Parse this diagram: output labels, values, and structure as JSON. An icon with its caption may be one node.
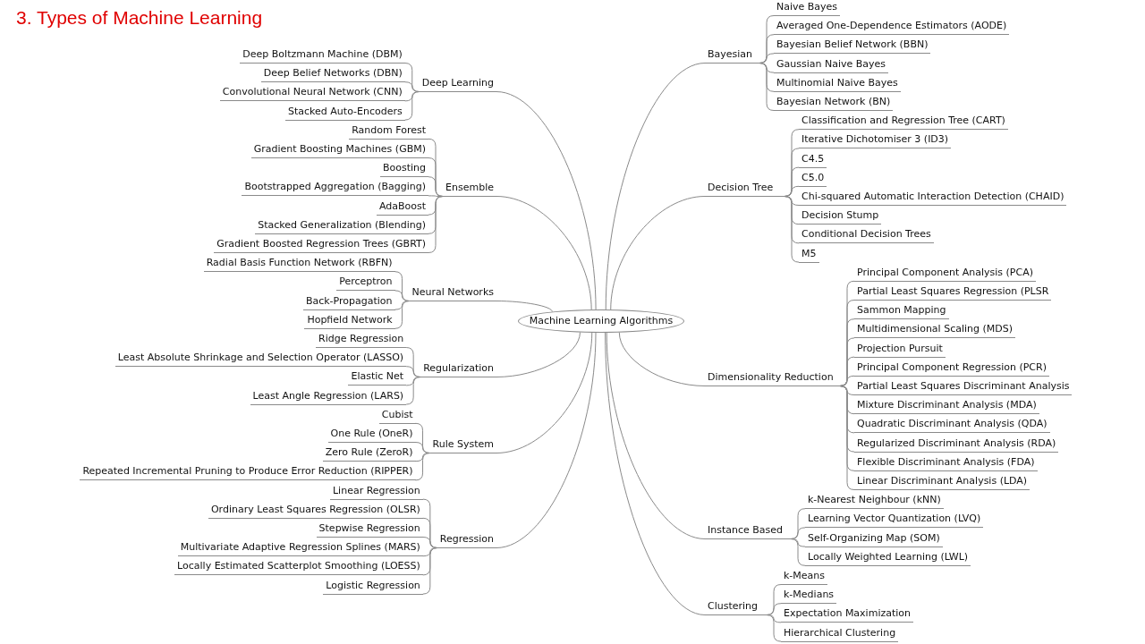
{
  "diagram": {
    "title": "3. Types of Machine Learning",
    "nodes": [
      {
        "text": [
          "Machine Learning Algorithms"
        ]
      },
      {
        "text": [
          "Deep Learning"
        ]
      },
      {
        "text": [
          "Deep Boltzmann Machine (DBM)"
        ]
      },
      {
        "text": [
          "Deep Belief Networks (DBN)"
        ]
      },
      {
        "text": [
          "Convolutional Neural Network (CNN)"
        ]
      },
      {
        "text": [
          "Stacked Auto-Encoders"
        ]
      },
      {
        "text": [
          "Ensemble"
        ]
      },
      {
        "text": [
          "Random Forest"
        ]
      },
      {
        "text": [
          "Gradient Boosting Machines (GBM)"
        ]
      },
      {
        "text": [
          "Boosting"
        ]
      },
      {
        "text": [
          "Bootstrapped Aggregation (Bagging)"
        ]
      },
      {
        "text": [
          "AdaBoost"
        ]
      },
      {
        "text": [
          "Stacked Generalization (Blending)"
        ]
      },
      {
        "text": [
          "Gradient Boosted Regression Trees (GBRT)"
        ]
      },
      {
        "text": [
          "Neural Networks"
        ]
      },
      {
        "text": [
          "Radial Basis Function Network (RBFN)"
        ]
      },
      {
        "text": [
          "Perceptron"
        ]
      },
      {
        "text": [
          "Back-Propagation"
        ]
      },
      {
        "text": [
          "Hopfield Network"
        ]
      },
      {
        "text": [
          "Regularization"
        ]
      },
      {
        "text": [
          "Ridge Regression"
        ]
      },
      {
        "text": [
          "Least Absolute Shrinkage and Selection Operator (LASSO)"
        ]
      },
      {
        "text": [
          "Elastic Net"
        ]
      },
      {
        "text": [
          "Least Angle Regression (LARS)"
        ]
      },
      {
        "text": [
          "Rule System"
        ]
      },
      {
        "text": [
          "Cubist"
        ]
      },
      {
        "text": [
          "One Rule (OneR)"
        ]
      },
      {
        "text": [
          "Zero Rule (ZeroR)"
        ]
      },
      {
        "text": [
          "Repeated Incremental Pruning to Produce Error Reduction (RIPPER)"
        ]
      },
      {
        "text": [
          "Regression"
        ]
      },
      {
        "text": [
          "Linear Regression"
        ]
      },
      {
        "text": [
          "Ordinary Least Squares Regression (OLSR)"
        ]
      },
      {
        "text": [
          "Stepwise Regression"
        ]
      },
      {
        "text": [
          "Multivariate Adaptive Regression Splines (MARS)"
        ]
      },
      {
        "text": [
          "Locally Estimated Scatterplot Smoothing (LOESS)"
        ]
      },
      {
        "text": [
          "Logistic Regression"
        ]
      },
      {
        "text": [
          "Bayesian"
        ]
      },
      {
        "text": [
          "Naive Bayes"
        ]
      },
      {
        "text": [
          "Averaged One-Dependence Estimators (AODE)"
        ]
      },
      {
        "text": [
          "Bayesian Belief Network (BBN)"
        ]
      },
      {
        "text": [
          "Gaussian Naive Bayes"
        ]
      },
      {
        "text": [
          "Multinomial Naive Bayes"
        ]
      },
      {
        "text": [
          "Bayesian Network (BN)"
        ]
      },
      {
        "text": [
          "Decision Tree"
        ]
      },
      {
        "text": [
          "Classification and Regression Tree (CART)"
        ]
      },
      {
        "text": [
          "Iterative Dichotomiser 3 (ID3)"
        ]
      },
      {
        "text": [
          "C4.5"
        ]
      },
      {
        "text": [
          "C5.0"
        ]
      },
      {
        "text": [
          "Chi-squared Automatic Interaction Detection (CHAID)"
        ]
      },
      {
        "text": [
          "Decision Stump"
        ]
      },
      {
        "text": [
          "Conditional Decision Trees"
        ]
      },
      {
        "text": [
          "M5"
        ]
      },
      {
        "text": [
          "Dimensionality Reduction"
        ]
      },
      {
        "text": [
          "Principal Component Analysis (PCA)"
        ]
      },
      {
        "text": [
          "Partial Least Squares Regression (PLSR"
        ]
      },
      {
        "text": [
          "Sammon Mapping"
        ]
      },
      {
        "text": [
          "Multidimensional Scaling (MDS)"
        ]
      },
      {
        "text": [
          "Projection Pursuit"
        ]
      },
      {
        "text": [
          "Principal Component Regression (PCR)"
        ]
      },
      {
        "text": [
          "Partial Least Squares Discriminant Analysis"
        ]
      },
      {
        "text": [
          "Mixture Discriminant Analysis (MDA)"
        ]
      },
      {
        "text": [
          "Quadratic Discriminant Analysis (QDA)"
        ]
      },
      {
        "text": [
          "Regularized Discriminant Analysis (RDA)"
        ]
      },
      {
        "text": [
          "Flexible Discriminant Analysis (FDA)"
        ]
      },
      {
        "text": [
          "Linear Discriminant Analysis (LDA)"
        ]
      },
      {
        "text": [
          "Instance Based"
        ]
      },
      {
        "text": [
          "k-Nearest Neighbour (kNN)"
        ]
      },
      {
        "text": [
          "Learning Vector Quantization (LVQ)"
        ]
      },
      {
        "text": [
          "Self-Organizing Map (SOM)"
        ]
      },
      {
        "text": [
          "Locally Weighted Learning (LWL)"
        ]
      },
      {
        "text": [
          "Clustering"
        ]
      },
      {
        "text": [
          "k-Means"
        ]
      },
      {
        "text": [
          "k-Medians"
        ]
      },
      {
        "text": [
          "Expectation Maximization"
        ]
      },
      {
        "text": [
          "Hierarchical Clustering"
        ]
      }
    ],
    "edges": [
      {
        "from": 0,
        "to": 1,
        "arrow": "none"
      },
      {
        "from": 1,
        "to": 2,
        "arrow": "none"
      },
      {
        "from": 1,
        "to": 3,
        "arrow": "none"
      },
      {
        "from": 1,
        "to": 4,
        "arrow": "none"
      },
      {
        "from": 1,
        "to": 5,
        "arrow": "none"
      },
      {
        "from": 0,
        "to": 6,
        "arrow": "none"
      },
      {
        "from": 6,
        "to": 7,
        "arrow": "none"
      },
      {
        "from": 6,
        "to": 8,
        "arrow": "none"
      },
      {
        "from": 6,
        "to": 9,
        "arrow": "none"
      },
      {
        "from": 6,
        "to": 10,
        "arrow": "none"
      },
      {
        "from": 6,
        "to": 11,
        "arrow": "none"
      },
      {
        "from": 6,
        "to": 12,
        "arrow": "none"
      },
      {
        "from": 6,
        "to": 13,
        "arrow": "none"
      },
      {
        "from": 0,
        "to": 14,
        "arrow": "none"
      },
      {
        "from": 14,
        "to": 15,
        "arrow": "none"
      },
      {
        "from": 14,
        "to": 16,
        "arrow": "none"
      },
      {
        "from": 14,
        "to": 17,
        "arrow": "none"
      },
      {
        "from": 14,
        "to": 18,
        "arrow": "none"
      },
      {
        "from": 0,
        "to": 19,
        "arrow": "none"
      },
      {
        "from": 19,
        "to": 20,
        "arrow": "none"
      },
      {
        "from": 19,
        "to": 21,
        "arrow": "none"
      },
      {
        "from": 19,
        "to": 22,
        "arrow": "none"
      },
      {
        "from": 19,
        "to": 23,
        "arrow": "none"
      },
      {
        "from": 0,
        "to": 24,
        "arrow": "none"
      },
      {
        "from": 24,
        "to": 25,
        "arrow": "none"
      },
      {
        "from": 24,
        "to": 26,
        "arrow": "none"
      },
      {
        "from": 24,
        "to": 27,
        "arrow": "none"
      },
      {
        "from": 24,
        "to": 28,
        "arrow": "none"
      },
      {
        "from": 0,
        "to": 29,
        "arrow": "none"
      },
      {
        "from": 29,
        "to": 30,
        "arrow": "none"
      },
      {
        "from": 29,
        "to": 31,
        "arrow": "none"
      },
      {
        "from": 29,
        "to": 32,
        "arrow": "none"
      },
      {
        "from": 29,
        "to": 33,
        "arrow": "none"
      },
      {
        "from": 29,
        "to": 34,
        "arrow": "none"
      },
      {
        "from": 29,
        "to": 35,
        "arrow": "none"
      },
      {
        "from": 0,
        "to": 36,
        "arrow": "none"
      },
      {
        "from": 36,
        "to": 37,
        "arrow": "none"
      },
      {
        "from": 36,
        "to": 38,
        "arrow": "none"
      },
      {
        "from": 36,
        "to": 39,
        "arrow": "none"
      },
      {
        "from": 36,
        "to": 40,
        "arrow": "none"
      },
      {
        "from": 36,
        "to": 41,
        "arrow": "none"
      },
      {
        "from": 36,
        "to": 42,
        "arrow": "none"
      },
      {
        "from": 0,
        "to": 43,
        "arrow": "none"
      },
      {
        "from": 43,
        "to": 44,
        "arrow": "none"
      },
      {
        "from": 43,
        "to": 45,
        "arrow": "none"
      },
      {
        "from": 43,
        "to": 46,
        "arrow": "none"
      },
      {
        "from": 43,
        "to": 47,
        "arrow": "none"
      },
      {
        "from": 43,
        "to": 48,
        "arrow": "none"
      },
      {
        "from": 43,
        "to": 49,
        "arrow": "none"
      },
      {
        "from": 43,
        "to": 50,
        "arrow": "none"
      },
      {
        "from": 43,
        "to": 51,
        "arrow": "none"
      },
      {
        "from": 0,
        "to": 52,
        "arrow": "none"
      },
      {
        "from": 52,
        "to": 53,
        "arrow": "none"
      },
      {
        "from": 52,
        "to": 54,
        "arrow": "none"
      },
      {
        "from": 52,
        "to": 55,
        "arrow": "none"
      },
      {
        "from": 52,
        "to": 56,
        "arrow": "none"
      },
      {
        "from": 52,
        "to": 57,
        "arrow": "none"
      },
      {
        "from": 52,
        "to": 58,
        "arrow": "none"
      },
      {
        "from": 52,
        "to": 59,
        "arrow": "none"
      },
      {
        "from": 52,
        "to": 60,
        "arrow": "none"
      },
      {
        "from": 52,
        "to": 61,
        "arrow": "none"
      },
      {
        "from": 52,
        "to": 62,
        "arrow": "none"
      },
      {
        "from": 52,
        "to": 63,
        "arrow": "none"
      },
      {
        "from": 52,
        "to": 64,
        "arrow": "none"
      },
      {
        "from": 0,
        "to": 65,
        "arrow": "none"
      },
      {
        "from": 65,
        "to": 66,
        "arrow": "none"
      },
      {
        "from": 65,
        "to": 67,
        "arrow": "none"
      },
      {
        "from": 65,
        "to": 68,
        "arrow": "none"
      },
      {
        "from": 65,
        "to": 69,
        "arrow": "none"
      },
      {
        "from": 0,
        "to": 70,
        "arrow": "none"
      },
      {
        "from": 70,
        "to": 71,
        "arrow": "none"
      },
      {
        "from": 70,
        "to": 72,
        "arrow": "none"
      },
      {
        "from": 70,
        "to": 73,
        "arrow": "none"
      },
      {
        "from": 70,
        "to": 74,
        "arrow": "none"
      }
    ]
  }
}
